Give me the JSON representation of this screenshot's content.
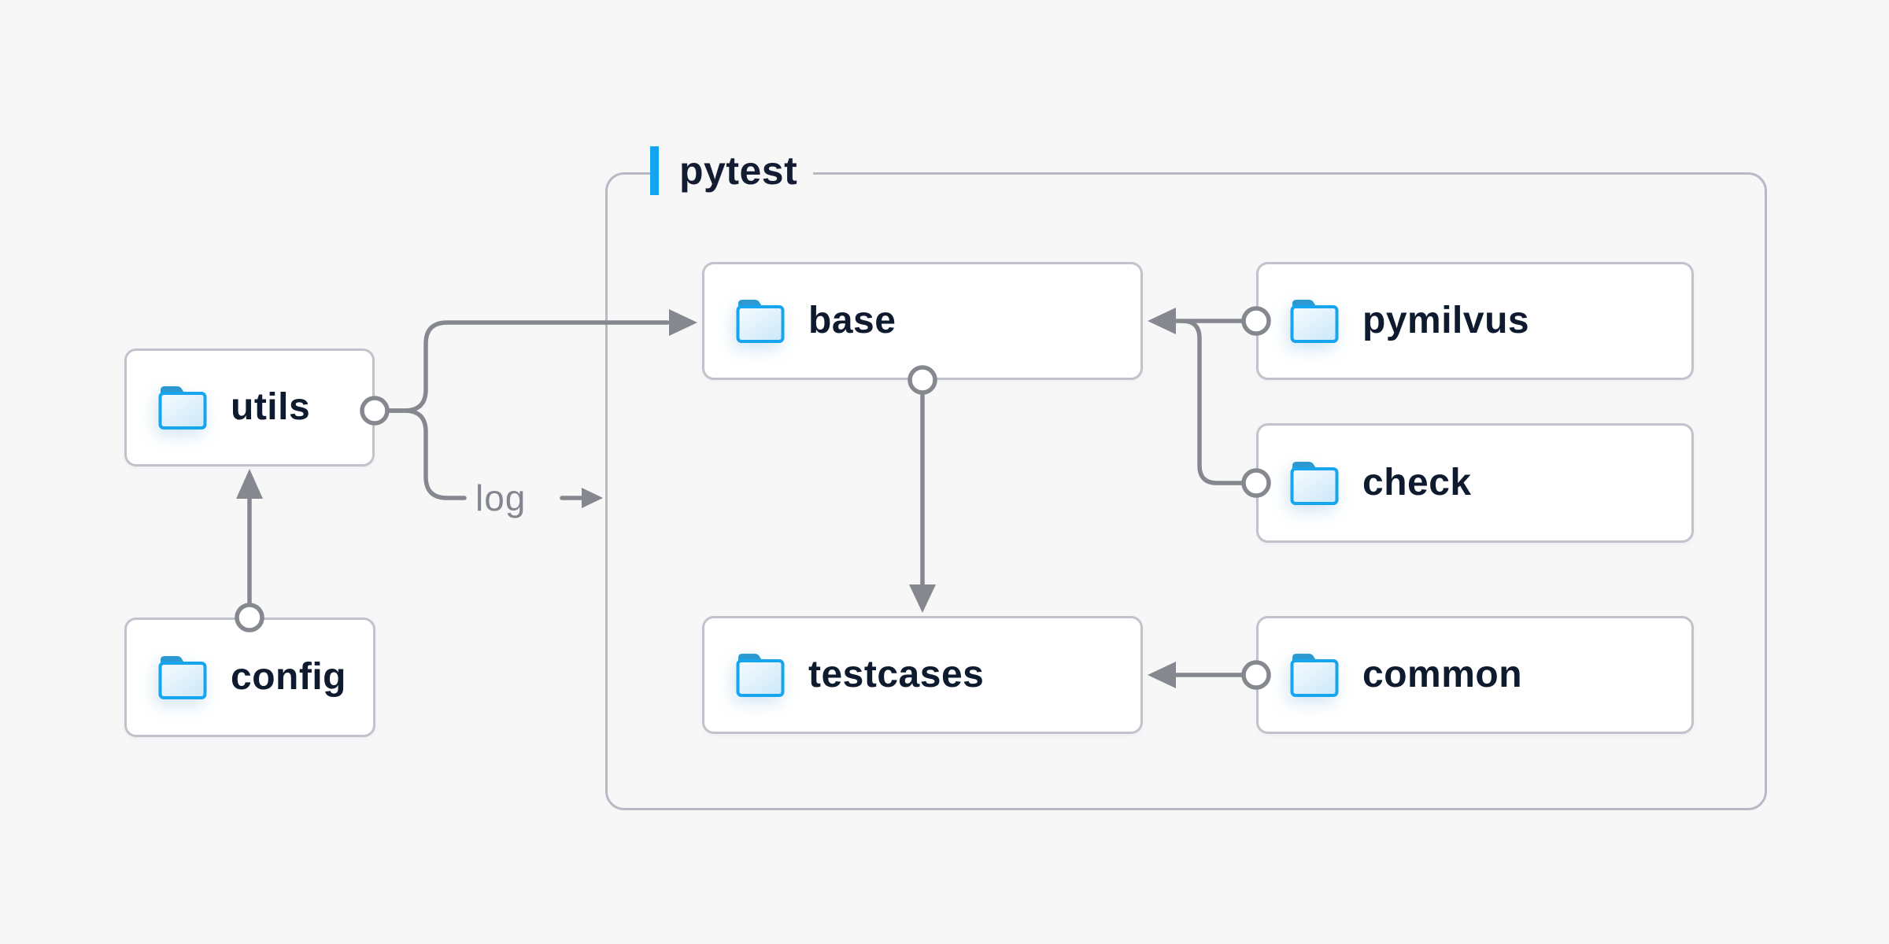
{
  "diagram": {
    "background": "#f7f7f8",
    "container": {
      "label": "pytest",
      "accent_color": "#14a5f0"
    },
    "log_edge_label": "log",
    "nodes": [
      {
        "id": "utils",
        "label": "utils",
        "icon": "folder-icon"
      },
      {
        "id": "config",
        "label": "config",
        "icon": "folder-icon"
      },
      {
        "id": "base",
        "label": "base",
        "icon": "folder-icon"
      },
      {
        "id": "pymilvus",
        "label": "pymilvus",
        "icon": "folder-icon"
      },
      {
        "id": "check",
        "label": "check",
        "icon": "folder-icon"
      },
      {
        "id": "testcases",
        "label": "testcases",
        "icon": "folder-icon"
      },
      {
        "id": "common",
        "label": "common",
        "icon": "folder-icon"
      }
    ],
    "edges": [
      {
        "from": "config",
        "to": "utils",
        "style": "circle-to-arrow"
      },
      {
        "from": "utils",
        "to": "base",
        "style": "circle-to-arrow"
      },
      {
        "from": "utils",
        "to": "pytest-container",
        "style": "circle-to-arrow",
        "label": "log"
      },
      {
        "from": "pymilvus",
        "to": "base",
        "style": "circle-to-arrow"
      },
      {
        "from": "check",
        "to": "base",
        "style": "circle-to-arrow"
      },
      {
        "from": "base",
        "to": "testcases",
        "style": "circle-to-arrow"
      },
      {
        "from": "common",
        "to": "testcases",
        "style": "circle-to-arrow"
      }
    ],
    "colors": {
      "node_text": "#0e1a2e",
      "node_bg": "#ffffff",
      "node_border": "#c0c3cc",
      "container_border": "#b7bac4",
      "connector": "#85888f",
      "accent_blue": "#14a5f0",
      "folder_stroke": "#17a5ee",
      "folder_tab": "#2c99d2",
      "folder_fill_light": "#f6fbfe",
      "folder_fill_dark": "#cbe7f9",
      "edge_label_text": "#83868f"
    }
  }
}
